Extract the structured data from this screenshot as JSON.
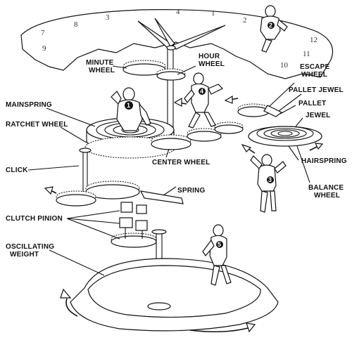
{
  "labels": {
    "minute_wheel": [
      "MINUTE",
      "WHEEL"
    ],
    "hour_wheel": [
      "HOUR",
      "WHEEL"
    ],
    "escape_wheel": [
      "ESCAPE",
      "WHEEL"
    ],
    "pallet_jewel": "PALLET  JEWEL",
    "pallet": "PALLET",
    "jewel": "JEWEL",
    "mainspring": "MAINSPRING",
    "ratchet_wheel": "RATCHET WHEEL",
    "click": "CLICK",
    "center_wheel": "CENTER WHEEL",
    "hairspring": "HAIRSPRING",
    "balance_wheel": [
      "BALANCE",
      "WHEEL"
    ],
    "spring": "SPRING",
    "clutch_pinion": "CLUTCH PINION",
    "oscillating_weight": [
      "OSCILLATING",
      "WEIGHT"
    ]
  },
  "figure_numbers": [
    "1",
    "2",
    "3",
    "4",
    "5"
  ],
  "dial_numerals": [
    "7",
    "8",
    "9",
    "10",
    "11",
    "12",
    "1",
    "2",
    "3",
    "4"
  ]
}
